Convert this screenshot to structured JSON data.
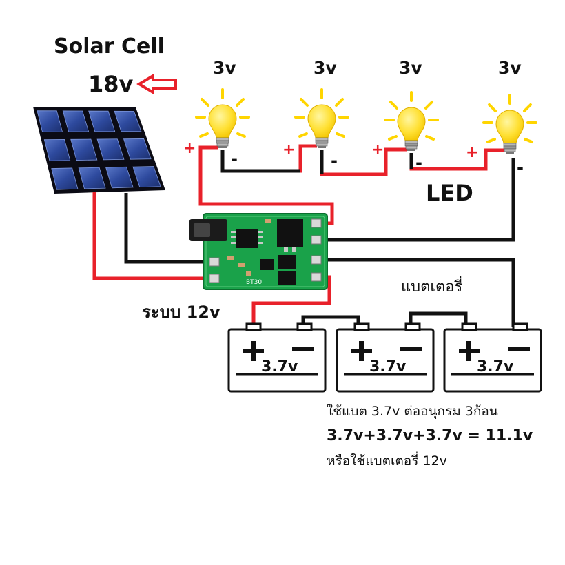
{
  "solar": {
    "title": "Solar Cell",
    "voltage": "18v"
  },
  "bulbs": [
    {
      "voltage": "3v",
      "plus": "+",
      "minus": "-"
    },
    {
      "voltage": "3v",
      "plus": "+",
      "minus": "-"
    },
    {
      "voltage": "3v",
      "plus": "+",
      "minus": "-"
    },
    {
      "voltage": "3v",
      "plus": "+",
      "minus": "-"
    }
  ],
  "led_label": "LED",
  "module": {
    "system_label": "ระบบ 12v",
    "silk_text": "BT30"
  },
  "battery_label": "แบตเตอรี่",
  "batteries": [
    {
      "voltage": "3.7v",
      "plus": "+",
      "minus": "−"
    },
    {
      "voltage": "3.7v",
      "plus": "+",
      "minus": "−"
    },
    {
      "voltage": "3.7v",
      "plus": "+",
      "minus": "−"
    }
  ],
  "notes": {
    "line1": "ใช้แบต 3.7v ต่ออนุกรม 3ก้อน",
    "line2": "3.7v+3.7v+3.7v = 11.1v",
    "line3": "หรือใช้แบตเตอรี่ 12v"
  },
  "colors": {
    "wire_red": "#e8212a",
    "wire_black": "#111111",
    "bulb": "#ffe033",
    "rays": "#ffd500",
    "pcb": "#16a046",
    "panel": "#253c8a",
    "arrow": "#e8212a"
  }
}
